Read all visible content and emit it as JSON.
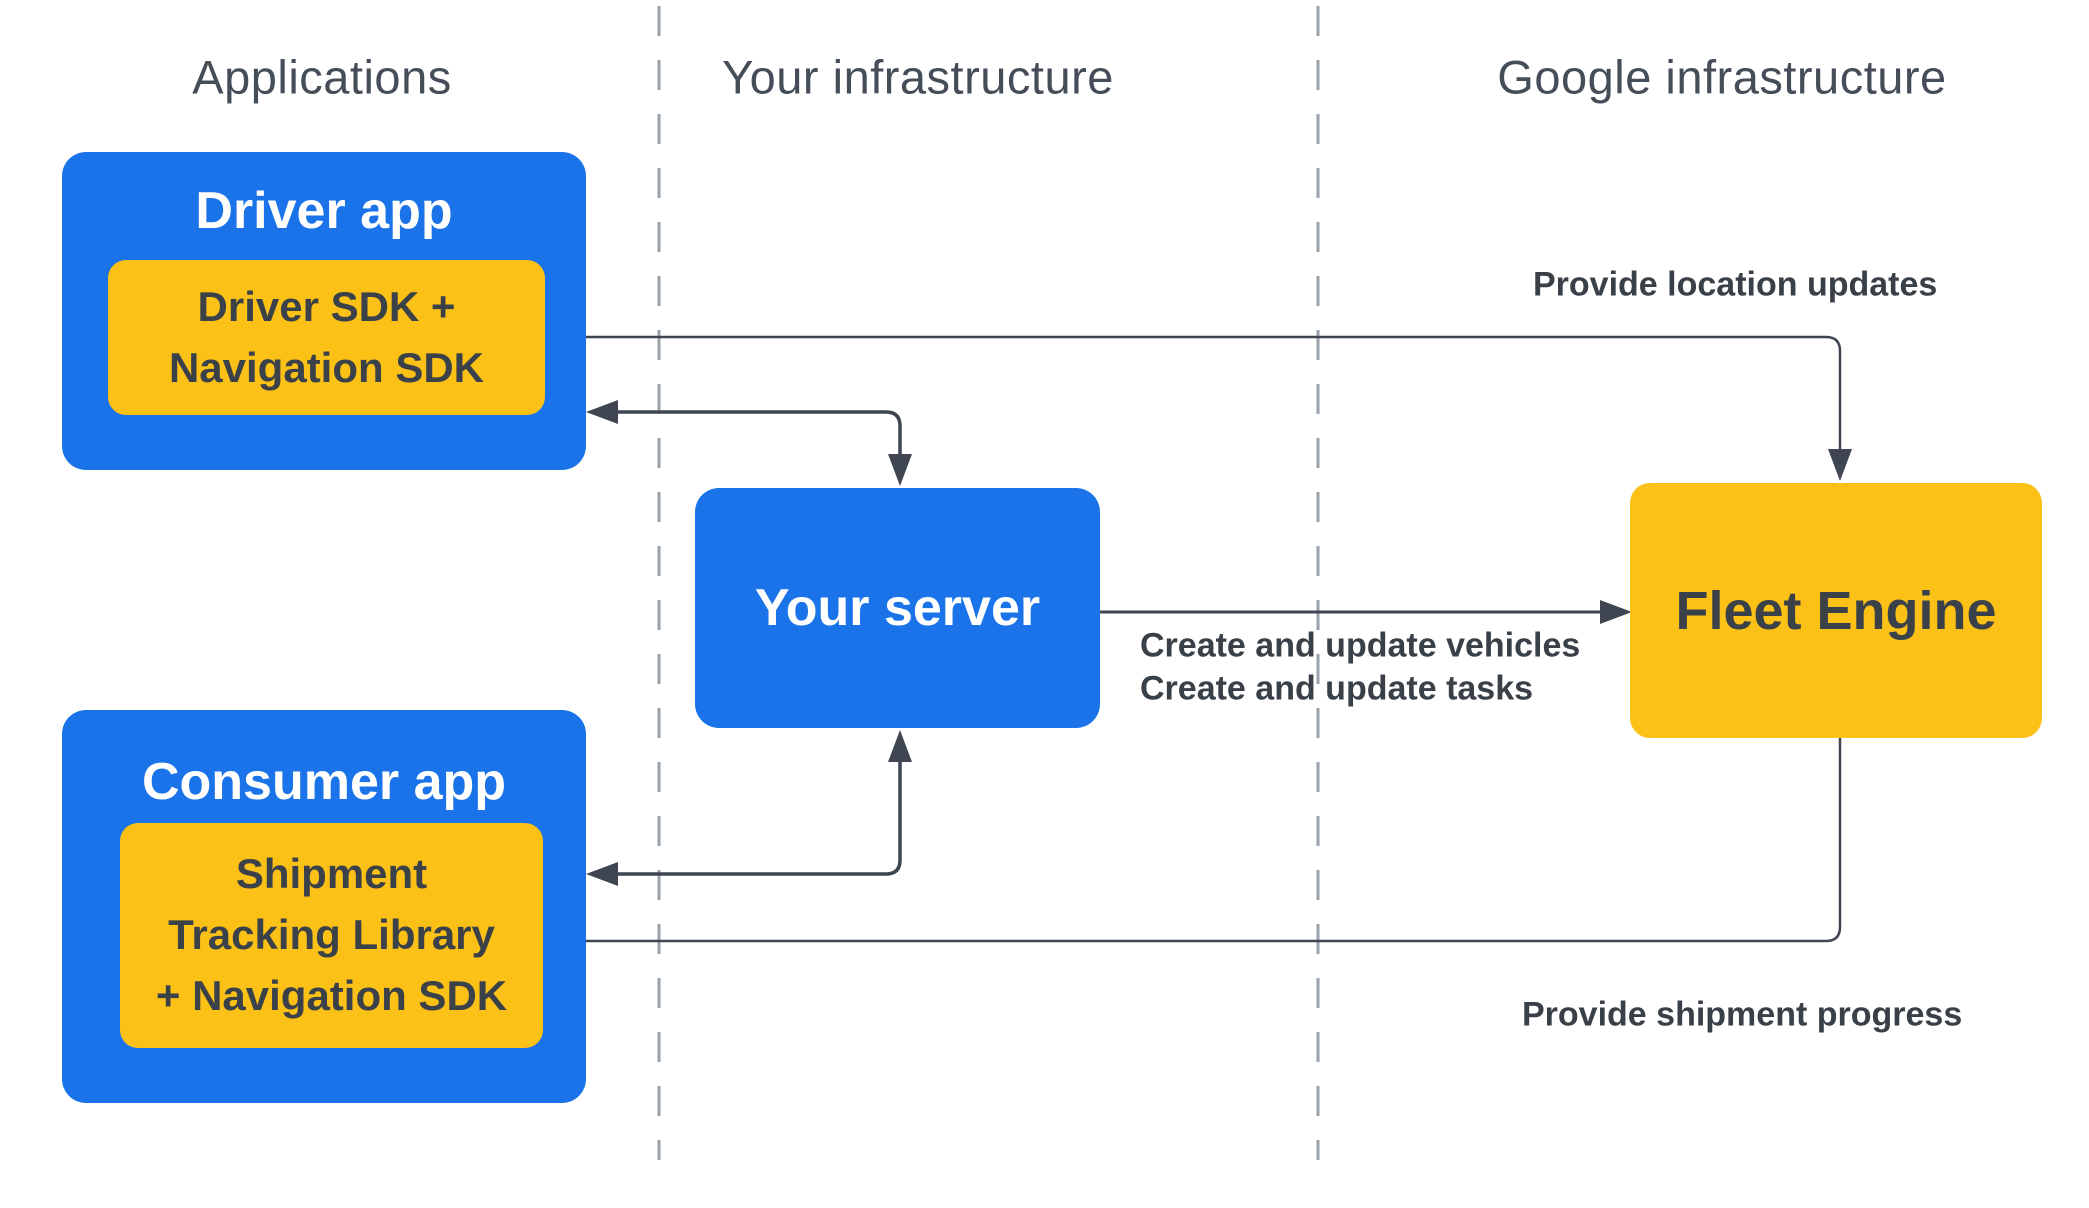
{
  "diagram": {
    "columns": [
      {
        "label": "Applications"
      },
      {
        "label": "Your infrastructure"
      },
      {
        "label": "Google infrastructure"
      }
    ],
    "nodes": {
      "driver_app": {
        "title": "Driver app",
        "sdk_line1": "Driver SDK +",
        "sdk_line2": "Navigation SDK"
      },
      "consumer_app": {
        "title": "Consumer app",
        "sdk_line1": "Shipment",
        "sdk_line2": "Tracking Library",
        "sdk_line3": "+ Navigation SDK"
      },
      "your_server": {
        "title": "Your server"
      },
      "fleet_engine": {
        "title": "Fleet Engine"
      }
    },
    "edges": {
      "location_updates": {
        "label": "Provide location updates"
      },
      "create_update": {
        "label_line1": "Create and update vehicles",
        "label_line2": "Create and update tasks"
      },
      "shipment_progress": {
        "label": "Provide shipment progress"
      }
    },
    "colors": {
      "blue": "#1a73e8",
      "yellow": "#fcc117",
      "arrow": "#3f4651",
      "label_text": "#3a4047",
      "header_text": "#454d59",
      "sdk_text": "#3b4149",
      "divider": "#9aa2ab",
      "box_text_light": "#ffffff",
      "bg": "#ffffff"
    }
  }
}
